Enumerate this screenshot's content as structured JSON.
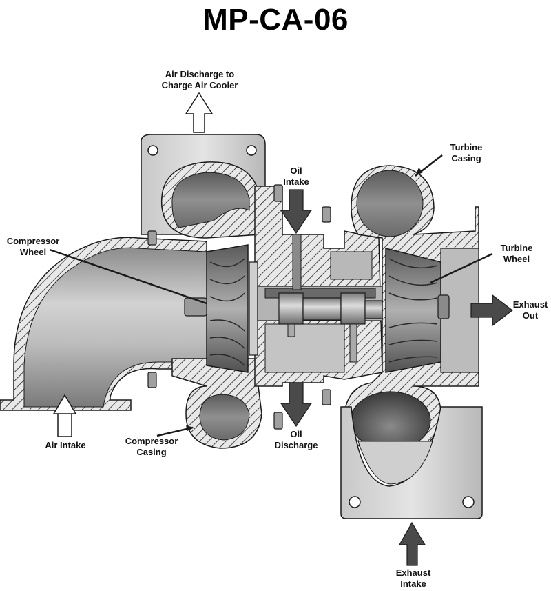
{
  "title": "MP-CA-06",
  "labels": {
    "air_discharge": [
      "Air Discharge to",
      "Charge Air Cooler"
    ],
    "oil_intake": [
      "Oil",
      "Intake"
    ],
    "turbine_casing": [
      "Turbine",
      "Casing"
    ],
    "compressor_wheel": [
      "Compressor",
      "Wheel"
    ],
    "turbine_wheel": [
      "Turbine",
      "Wheel"
    ],
    "exhaust_out": [
      "Exhaust",
      "Out"
    ],
    "air_intake": [
      "Air Intake"
    ],
    "compressor_casing": [
      "Compressor",
      "Casing"
    ],
    "oil_discharge": [
      "Oil",
      "Discharge"
    ],
    "exhaust_intake": [
      "Exhaust",
      "Intake"
    ]
  },
  "colors": {
    "outline": "#1a1a1a",
    "hatch_bg": "#e6e6e6",
    "metal_light": "#d4d4d4",
    "metal_mid": "#a8a8a8",
    "metal_dark": "#6e6e6e",
    "arrow_dark": "#4a4a4a",
    "arrow_light": "#ffffff"
  }
}
